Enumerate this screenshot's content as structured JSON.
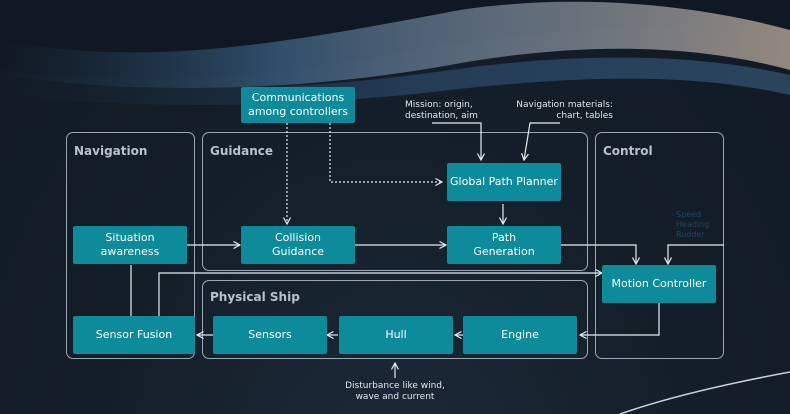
{
  "panels": {
    "navigation": "Navigation",
    "guidance": "Guidance",
    "control": "Control",
    "physical_ship": "Physical Ship"
  },
  "nodes": {
    "communications": "Communications\namong controllers",
    "global_path_planner": "Global Path Planner",
    "situation_awareness": "Situation\nawareness",
    "collision_guidance": "Collision\nGuidance",
    "path_generation": "Path\nGeneration",
    "motion_controller": "Motion Controller",
    "sensor_fusion": "Sensor Fusion",
    "sensors": "Sensors",
    "hull": "Hull",
    "engine": "Engine"
  },
  "notes": {
    "mission": "Mission: origin,\ndestination, aim",
    "navigation_materials": "Navigation materials:\nchart, tables",
    "disturbance": "Disturbance like wind,\nwave and current"
  },
  "faint_text": "Speed\nHeading\nRudder",
  "colors": {
    "node_fill": "#0d8b9a",
    "panel_border": "#9aa8b6",
    "arrow": "#e6ebf0"
  }
}
